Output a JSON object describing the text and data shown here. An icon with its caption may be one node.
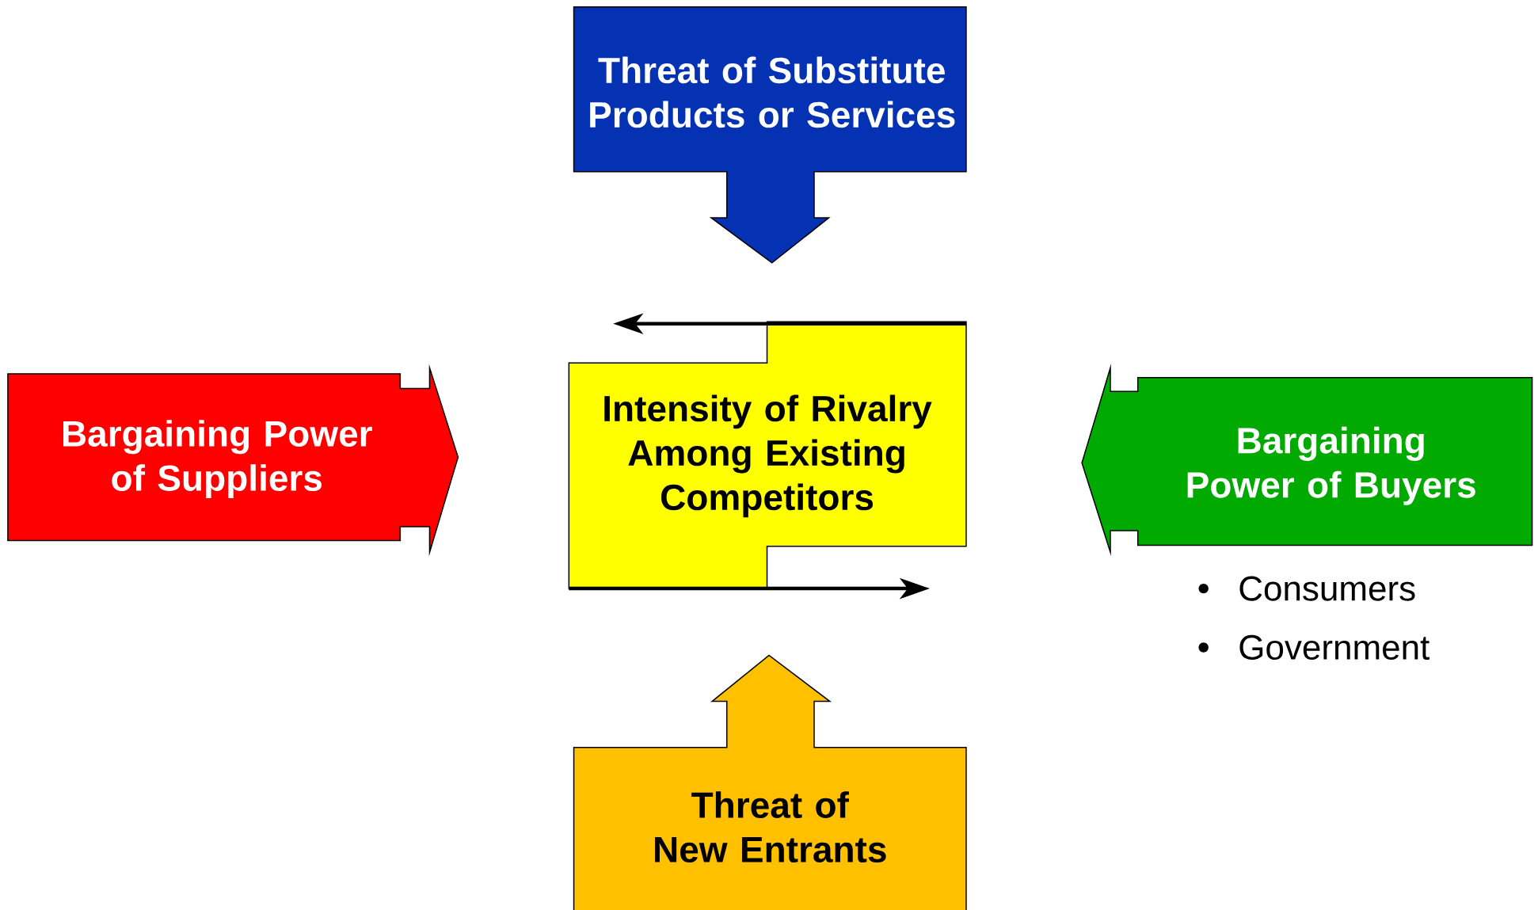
{
  "diagram": {
    "nodes": [
      {
        "text": [
          "Threat of Substitute Products or Services"
        ]
      },
      {
        "text": [
          "Bargaining Power of Suppliers"
        ]
      },
      {
        "text": [
          "Intensity of Rivalry Among Existing Competitors"
        ]
      },
      {
        "text": [
          "Bargaining Power of Buyers"
        ],
        "beside": [
          "Consumers",
          "Government"
        ]
      },
      {
        "text": [
          "Threat of New Entrants"
        ]
      }
    ]
  }
}
